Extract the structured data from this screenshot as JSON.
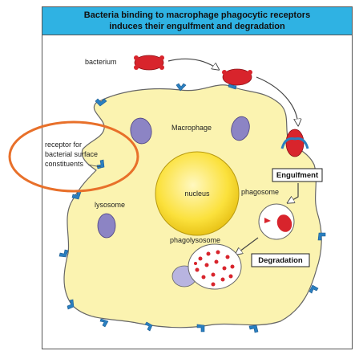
{
  "title": {
    "line1": "Bacteria binding to macrophage phagocytic receptors",
    "line2": "induces their engulfment and degradation"
  },
  "labels": {
    "bacterium": "bacterium",
    "macrophage": "Macrophage",
    "nucleus": "nucleus",
    "lysosome": "lysosome",
    "phagosome": "phagosome",
    "phagolysosome": "phagolysosome",
    "engulfment": "Engulfment",
    "degradation": "Degradation",
    "receptor_line1": "receptor for",
    "receptor_line2": "bacterial surface",
    "receptor_line3": "constituents"
  },
  "colors": {
    "title_bg": "#2fb2e3",
    "cell_fill": "#fbf3b0",
    "nucleus_fill": "#fbe13c",
    "lysosome_fill": "#8c84c4",
    "bacterium_fill": "#d8242c",
    "receptor_fill": "#2a7fc0",
    "highlight_ellipse": "#e8702a"
  }
}
